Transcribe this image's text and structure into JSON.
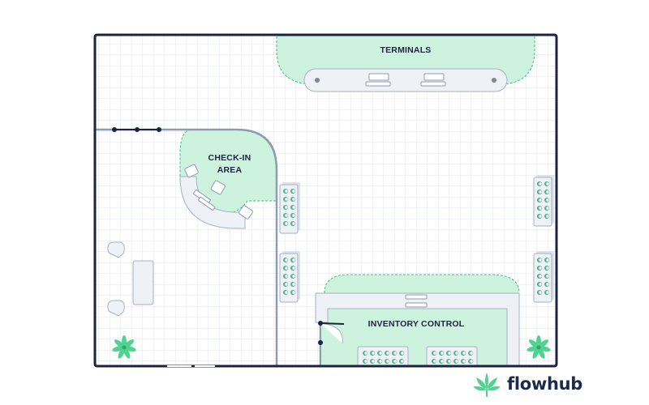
{
  "floor_plan": {
    "zones": {
      "terminals": "TERMINALS",
      "checkin_line1": "CHECK-IN",
      "checkin_line2": "AREA",
      "inventory": "INVENTORY CONTROL"
    },
    "colors": {
      "zone_fill": "#cdf3df",
      "zone_stroke": "#3bbf7f",
      "wall": "#1c2340",
      "inner_wall": "#8f9bb0",
      "grid": "#e3e6ec",
      "furniture_fill": "#eef1f5",
      "furniture_stroke": "#a7b1c2",
      "plant": "#4fd38f"
    }
  },
  "brand": {
    "name": "flowhub",
    "color": "#1e2a4a",
    "accent": "#4fd38f"
  }
}
